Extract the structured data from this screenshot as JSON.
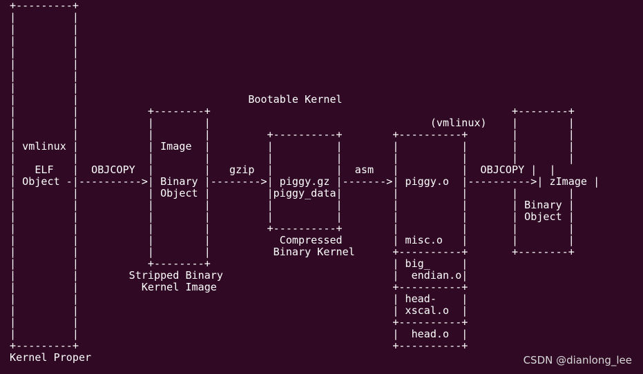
{
  "diagram": {
    "lines": [
      "+---------+",
      "|         |",
      "|         |",
      "|         |",
      "|         |",
      "|         |",
      "|         |",
      "|         |",
      "|         |                           Bootable Kernel",
      "|         |           +--------+                                                +--------+",
      "|         |           |        |                                   (vmlinux)    |        |",
      "|         |           |        |         +----------+        +----------+       |        |",
      "| vmlinux |           | Image  |         |          |        |          |       |        |",
      "|         |           |        |         |          |        |          |       |        |",
      "|   ELF   |  OBJCOPY  |        |   gzip  |          |  asm   |          |  OBJCOPY |  |",
      "| Object -|---------->| Binary |-------->| piggy.gz |------->| piggy.o  |---------->| zImage |",
      "|         |           | Object |         |piggy_data|        |          |       |        |",
      "|         |           |        |         |          |        |          |       | Binary |",
      "|         |           |        |         |          |        |          |       | Object |",
      "|         |           |        |         +----------+        |          |       |        |",
      "|         |           |        |           Compressed        | misc.o   |       |        |",
      "|         |           |        |          Binary Kernel      +----------+       +--------+",
      "|         |           +--------+                             | big_     |",
      "|         |        Stripped Binary                           |  endian.o|",
      "|         |          Kernel Image                            +----------+",
      "|         |                                                  | head-    |",
      "|         |                                                  | xscal.o  |",
      "|         |                                                  +----------+",
      "|         |                                                  |  head.o  |",
      "+---------+                                                  +----------+",
      "Kernel Proper"
    ]
  },
  "watermark": "CSDN @dianlong_lee"
}
